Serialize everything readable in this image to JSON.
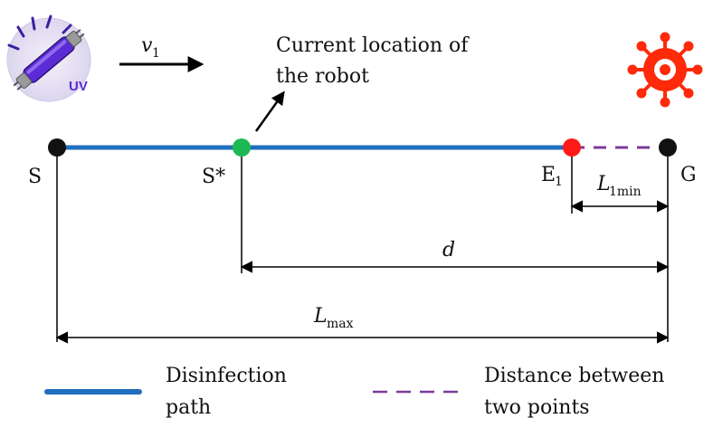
{
  "uv_lamp": {
    "text": "UV",
    "icon": "uv-lamp-icon",
    "accent": "#5b2bd6"
  },
  "velocity": {
    "symbol": "v",
    "sub": "1"
  },
  "virus": {
    "icon": "virus-icon",
    "color": "#ff2a0a"
  },
  "robot_note": {
    "line1": "Current location of",
    "line2": "the robot"
  },
  "points": {
    "s": "S",
    "s_star": "S*",
    "e1_main": "E",
    "e1_sub": "1",
    "g": "G"
  },
  "dimensions": {
    "l1min_main": "L",
    "l1min_sub": "1min",
    "d": "d",
    "lmax_main": "L",
    "lmax_sub": "max"
  },
  "legend": {
    "solid_line1": "Disinfection",
    "solid_line2": "path",
    "dashed_line1": "Distance between",
    "dashed_line2": "two points"
  },
  "colors": {
    "path": "#1f6fbe",
    "dashed": "#7a3a9a",
    "start_node": "#111111",
    "robot_node": "#1db954",
    "end_node": "#ff1a1a",
    "goal_node": "#111111"
  }
}
